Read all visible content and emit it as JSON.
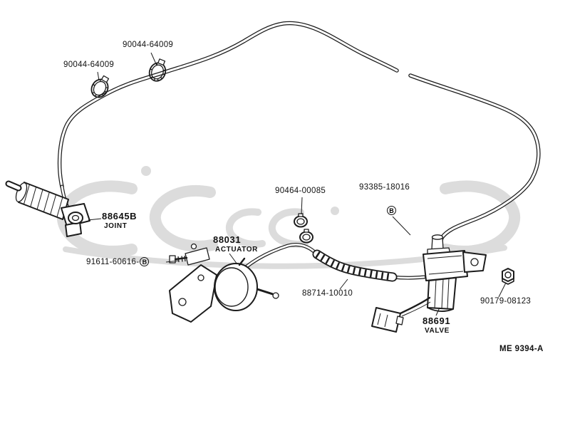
{
  "colors": {
    "background": "#ffffff",
    "line_art": "#1c1c1c",
    "label_text": "#111111",
    "watermark": "#dcdcdc"
  },
  "labels": {
    "clamp_upper": "90044-64009",
    "clamp_left": "90044-64009",
    "joint": {
      "number": "88645B",
      "name": "JOINT"
    },
    "bolt_actuator": {
      "number": "91611-60616-",
      "flag": "B"
    },
    "actuator": {
      "number": "88031",
      "name": "ACTUATOR"
    },
    "clamp_mid": "90464-00085",
    "screw": {
      "number": "93385-18016",
      "flag": "B"
    },
    "hose": "88714-10010",
    "valve": {
      "number": "88691",
      "name": "VALVE"
    },
    "nut": "90179-08123",
    "figure_code": "ME 9394-A"
  }
}
